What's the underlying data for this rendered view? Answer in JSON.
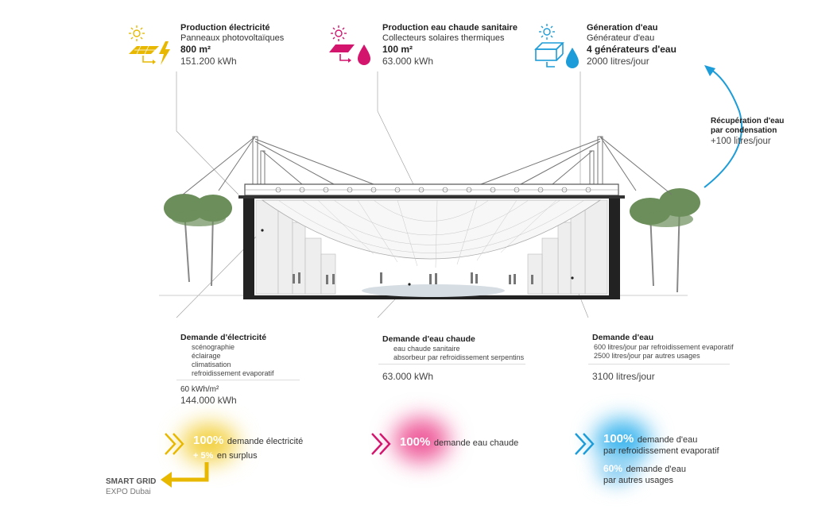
{
  "production": {
    "electricity": {
      "title": "Production électricité",
      "subtitle": "Panneaux photovoltaïques",
      "area": "800 m²",
      "energy": "151.200 kWh"
    },
    "hot_water": {
      "title": "Production eau chaude sanitaire",
      "subtitle": "Collecteurs solaires thermiques",
      "area": "100 m²",
      "energy": "63.000 kWh"
    },
    "water": {
      "title": "Géneration d'eau",
      "subtitle": "Générateur d'eau",
      "count": "4 générateurs d'eau",
      "volume": "2000 litres/jour"
    }
  },
  "recovery": {
    "line1": "Récupération d'eau",
    "line2": "par condensation",
    "value": "+100 litres/jour"
  },
  "demand": {
    "electricity": {
      "title": "Demande d'électricité",
      "items": [
        "scénographie",
        "éclairage",
        "climatisation",
        "refroidissement evaporatif"
      ],
      "ratio": "60 kWh/m²",
      "total": "144.000 kWh"
    },
    "hot_water": {
      "title": "Demande d'eau chaude",
      "items": [
        "eau chaude sanitaire",
        "absorbeur par refroidissement serpentins"
      ],
      "total": "63.000 kWh"
    },
    "water": {
      "title": "Demande d'eau",
      "items": [
        "600 litres/jour par refroidissement evaporatif",
        "2500 litres/jour par autres usages"
      ],
      "total": "3100 litres/jour"
    }
  },
  "coverage": {
    "electricity": {
      "pct1": "100%",
      "text1": "demande électricité",
      "pct2": "+ 5%",
      "text2": "en surplus"
    },
    "hot_water": {
      "pct": "100%",
      "text": "demande eau chaude"
    },
    "water": {
      "pct1": "100%",
      "text1a": "demande d'eau",
      "text1b": "par refroidissement evaporatif",
      "pct2": "60%",
      "text2a": "demande d'eau",
      "text2b": "par autres usages"
    }
  },
  "smart_grid": {
    "title": "SMART GRID",
    "subtitle": "EXPO Dubai"
  },
  "colors": {
    "yellow": "#e8b800",
    "magenta": "#d4156e",
    "blue": "#1c9cd8"
  },
  "icons": [
    "sun-icon",
    "solar-panel-icon",
    "lightning-icon",
    "water-drop-icon",
    "water-generator-icon",
    "chevron-right-icon",
    "arrow-left-icon"
  ]
}
